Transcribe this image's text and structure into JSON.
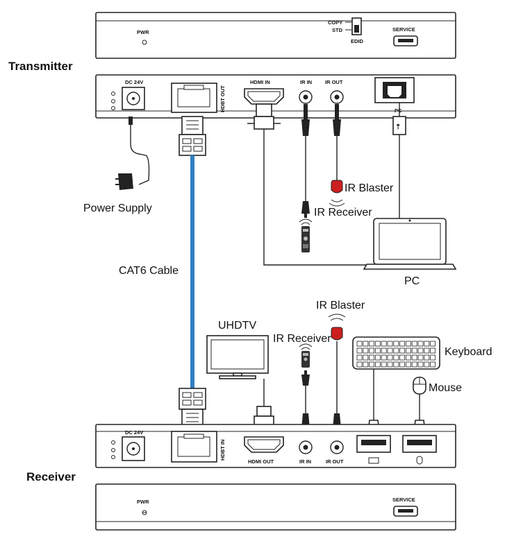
{
  "colors": {
    "cable": "#2f7fc1",
    "ir_red": "#cc1f1f",
    "device_fill": "#b8b8b8",
    "stroke": "#222222"
  },
  "devices": {
    "transmitter": "Transmitter",
    "receiver": "Receiver",
    "power_supply": "Power Supply",
    "cat6_cable": "CAT6 Cable",
    "pc": "PC",
    "uhdtv": "UHDTV",
    "keyboard": "Keyboard",
    "mouse": "Mouse",
    "tx_ir_blaster": "IR Blaster",
    "tx_ir_receiver": "IR Receiver",
    "rx_ir_blaster": "IR Blaster",
    "rx_ir_receiver": "IR Receiver"
  },
  "tx_front": {
    "pwr": "PWR",
    "copy": "COPY",
    "std": "STD",
    "edid": "EDID",
    "service": "SERVICE"
  },
  "tx_rear": {
    "dc": "DC 24V",
    "hdbt": "HDBT OUT",
    "hdmi": "HDMI IN",
    "ir_in": "IR IN",
    "ir_out": "IR OUT",
    "pc": "PC"
  },
  "rx_rear": {
    "dc": "DC 24V",
    "hdbt": "HDBT IN",
    "hdmi": "HDMI OUT",
    "ir_in": "IR IN",
    "ir_out": "IR OUT"
  },
  "rx_front": {
    "pwr": "PWR",
    "service": "SERVICE"
  }
}
